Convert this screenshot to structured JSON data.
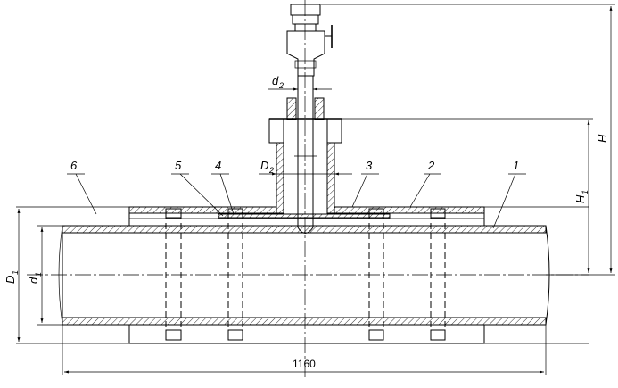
{
  "labels": {
    "callouts": [
      "1",
      "2",
      "3",
      "4",
      "5",
      "6"
    ],
    "H": "H",
    "H1": "H",
    "H1_sub": "1",
    "D1": "D",
    "D1_sub": "1",
    "d1": "d",
    "d1_sub": "1",
    "D2": "D",
    "D2_sub": "2",
    "d2": "d",
    "d2_sub": "2",
    "length": "1160"
  }
}
